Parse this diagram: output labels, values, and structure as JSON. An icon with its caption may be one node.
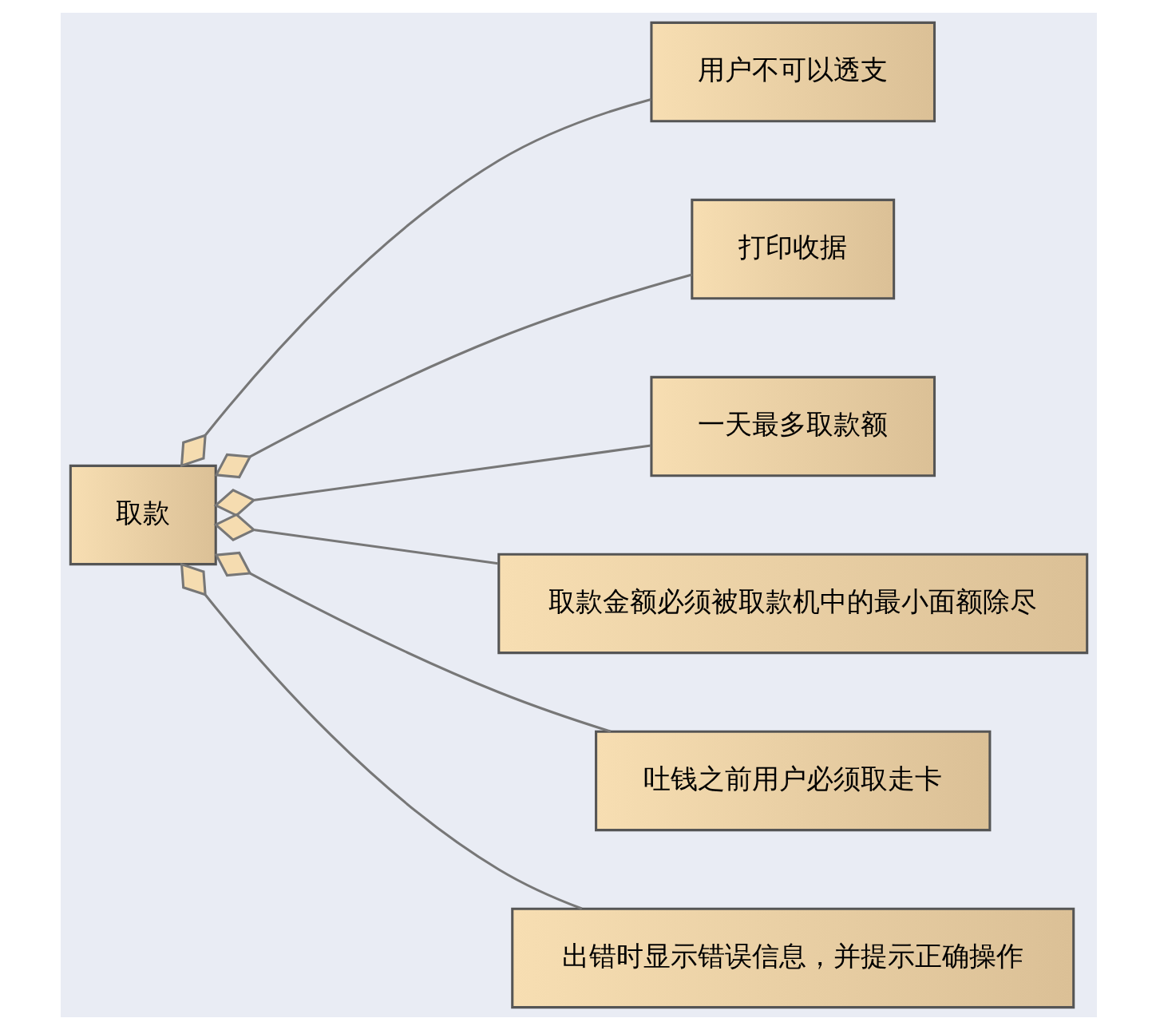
{
  "diagram": {
    "nodes": [
      {
        "text": [
          "取款"
        ]
      },
      {
        "text": [
          "用户不可以透支"
        ]
      },
      {
        "text": [
          "打印收据"
        ]
      },
      {
        "text": [
          "一天最多取款额"
        ]
      },
      {
        "text": [
          "取款金额必须被取款机中的最小面额除尽"
        ]
      },
      {
        "text": [
          "吐钱之前用户必须取走卡"
        ]
      },
      {
        "text": [
          "出错时显示错误信息，并提示正确操作"
        ]
      }
    ],
    "edges": [
      {
        "from": 0,
        "to": 1,
        "arrow": "other"
      },
      {
        "from": 0,
        "to": 2,
        "arrow": "other"
      },
      {
        "from": 0,
        "to": 3,
        "arrow": "other"
      },
      {
        "from": 0,
        "to": 4,
        "arrow": "other"
      },
      {
        "from": 0,
        "to": 5,
        "arrow": "other"
      },
      {
        "from": 0,
        "to": 6,
        "arrow": "other"
      }
    ]
  }
}
